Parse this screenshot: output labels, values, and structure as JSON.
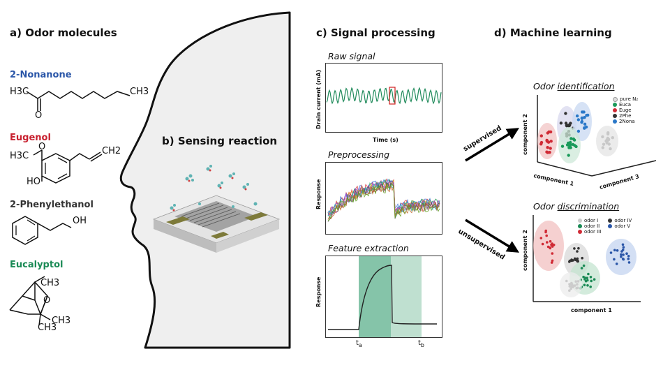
{
  "sections": {
    "a": "a) Odor molecules",
    "b": "b) Sensing reaction",
    "c": "c) Signal processing",
    "d": "d) Machine learning"
  },
  "molecules": [
    {
      "name": "2-Nonanone",
      "color": "#2a56a8"
    },
    {
      "name": "Eugenol",
      "color": "#c8202f"
    },
    {
      "name": "2-Phenylethanol",
      "color": "#333333"
    },
    {
      "name": "Eucalyptol",
      "color": "#1a8a55"
    }
  ],
  "atoms": {
    "h3c": "H3C",
    "ch3": "CH3",
    "o": "O",
    "ch2": "CH2",
    "ho": "HO",
    "oh": "OH"
  },
  "signal": {
    "raw_title": "Raw signal",
    "raw_ylabel": "Drain current (mA)",
    "raw_xlabel": "Time (s)",
    "pre_title": "Preprocessing",
    "pre_ylabel": "Response",
    "feat_title": "Feature extraction",
    "feat_ylabel": "Response",
    "ta": "t",
    "ta_sub": "a",
    "tb": "t",
    "tb_sub": "b"
  },
  "ml": {
    "arrow_top": "supervised",
    "arrow_bottom": "unsupervised",
    "ident_title_prefix": "Odor ",
    "ident_title_u": "identification",
    "disc_title_prefix": "Odor ",
    "disc_title_u": "discrimination",
    "ident_legend": [
      {
        "label": "pure N₂",
        "color": "#dddddd"
      },
      {
        "label": "Euca",
        "color": "#1a9a5a"
      },
      {
        "label": "Euge",
        "color": "#d02a35"
      },
      {
        "label": "2Phe",
        "color": "#333333"
      },
      {
        "label": "2Nona",
        "color": "#2a78c8"
      }
    ],
    "disc_legend": [
      {
        "label": "odor I",
        "color": "#cccccc"
      },
      {
        "label": "odor II",
        "color": "#1a8a55"
      },
      {
        "label": "odor III",
        "color": "#d02a35"
      },
      {
        "label": "odor IV",
        "color": "#333333"
      },
      {
        "label": "odor V",
        "color": "#2a56a8"
      }
    ],
    "ident_axes": {
      "x": "component 1",
      "y": "component 2",
      "z": "component 3"
    },
    "disc_axes": {
      "x": "component 1",
      "y": "component 2"
    }
  }
}
